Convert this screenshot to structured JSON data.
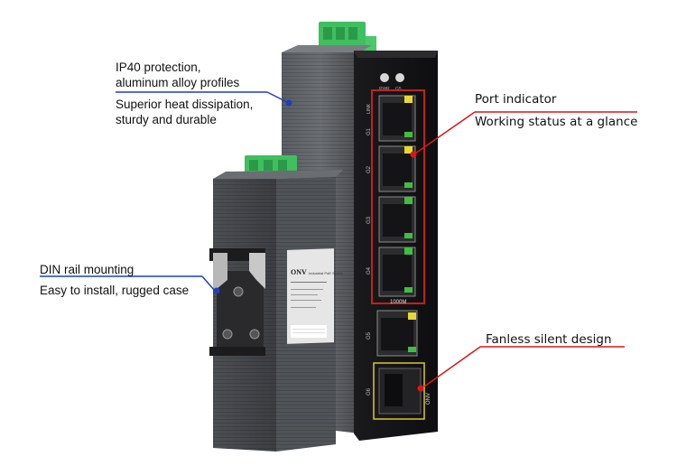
{
  "callouts": {
    "protection": {
      "line1": "IP40 protection,",
      "line2": "aluminum alloy profiles",
      "line3": "Superior heat dissipation,",
      "line4": "sturdy and durable"
    },
    "din": {
      "line1": "DIN rail mounting",
      "line2": "Easy to install, rugged case"
    },
    "port": {
      "line1": "Port indicator",
      "line2": "Working status at a glance"
    },
    "fanless": {
      "line1": "Fanless silent design"
    }
  },
  "device": {
    "brand": "ONV",
    "subtitle": "Industrial PoE Switch",
    "front_leds": [
      "PWR",
      "G5"
    ],
    "port_labels": [
      "G1",
      "G2",
      "G3",
      "G4",
      "G5",
      "G6"
    ],
    "link_label": "LINK",
    "speed_label": "1000M"
  },
  "colors": {
    "blue_line": "#1f3fbf",
    "red_line": "#d81818",
    "port_frame": "#c02020",
    "led_green": "#3fbf3f",
    "led_yellow": "#e8d830"
  }
}
